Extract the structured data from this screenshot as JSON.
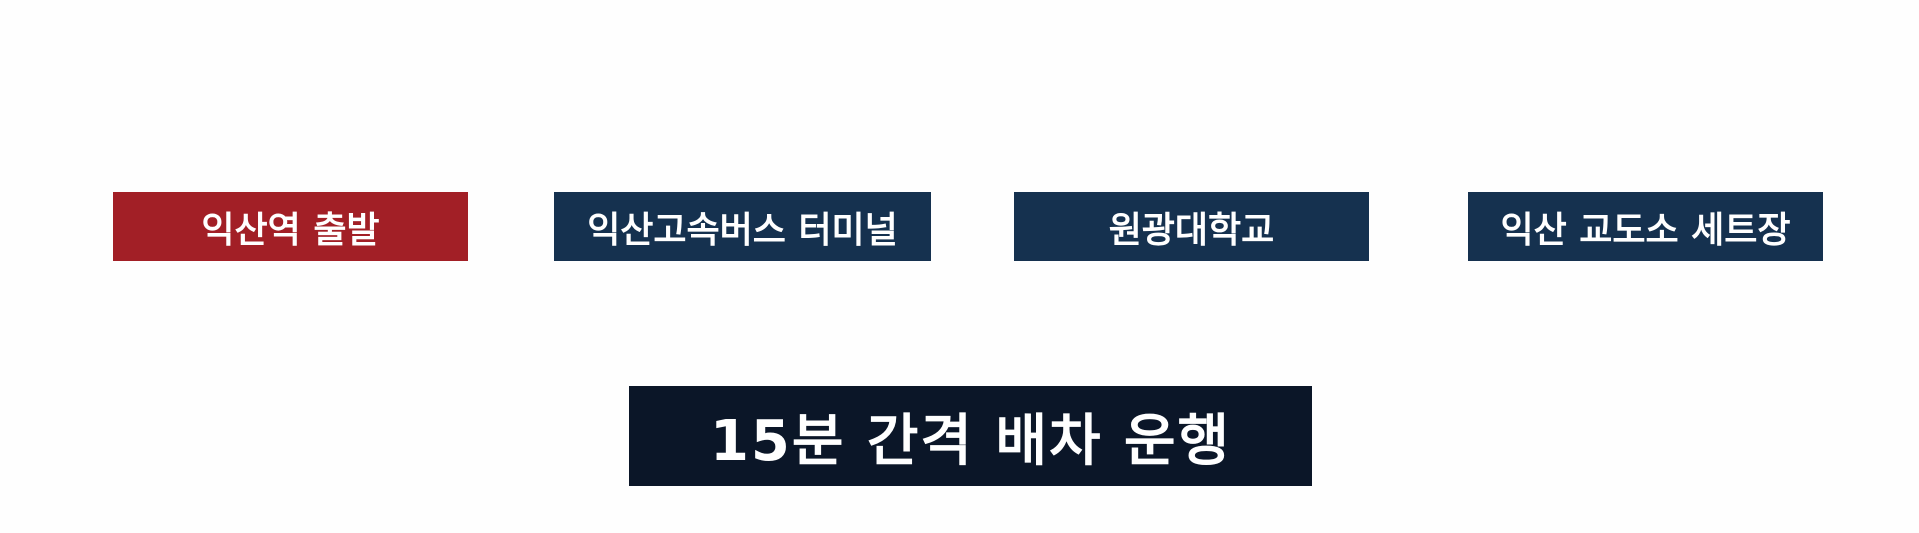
{
  "stops": [
    {
      "label": "익산역 출발",
      "color": "#a21f26"
    },
    {
      "label": "익산고속버스 터미널",
      "color": "#15314f"
    },
    {
      "label": "원광대학교",
      "color": "#15314f"
    },
    {
      "label": "익산 교도소 세트장",
      "color": "#15314f"
    }
  ],
  "banner": {
    "label": "15분 간격 배차 운행",
    "color": "#0b1628"
  }
}
